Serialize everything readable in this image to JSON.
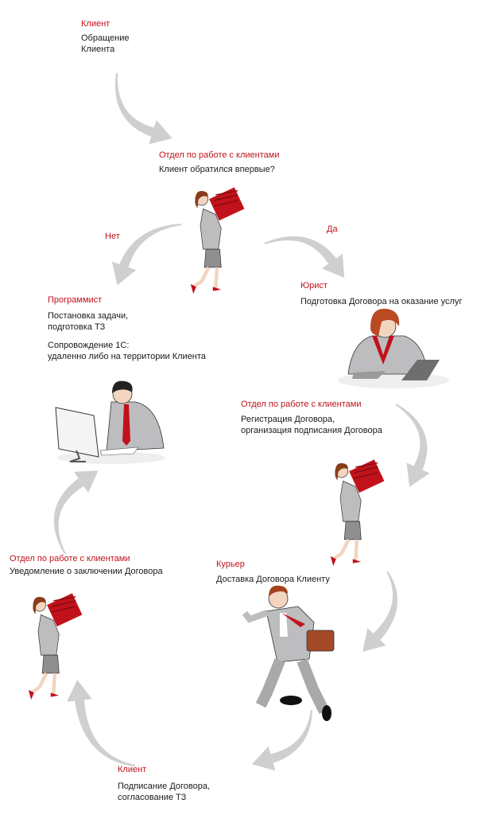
{
  "steps": [
    {
      "role": "Клиент",
      "lines": [
        "Обращение",
        "Клиента"
      ]
    },
    {
      "role": "Отдел по работе с клиентами",
      "lines": [
        "Клиент обратился впервые?"
      ]
    },
    {
      "role": "Программист",
      "lines": [
        "Постановка задачи,",
        "подготовка ТЗ",
        "Сопровождение 1С:",
        "удаленно либо на территории Клиента"
      ]
    },
    {
      "role": "Юрист",
      "lines": [
        "Подготовка Договора на оказание услуг"
      ]
    },
    {
      "role": "Отдел по работе с клиентами",
      "lines": [
        "Регистрация Договора,",
        "организация подписания Договора"
      ]
    },
    {
      "role": "Курьер",
      "lines": [
        "Доставка Договора Клиенту"
      ]
    },
    {
      "role": "Клиент",
      "lines": [
        "Подписание Договора,",
        "согласование ТЗ"
      ]
    },
    {
      "role": "Отдел по работе с клиентами",
      "lines": [
        "Уведомление о заключении Договора"
      ]
    }
  ],
  "branches": {
    "no": "Нет",
    "yes": "Да"
  },
  "colors": {
    "accent": "#c1121c",
    "arrow": "#cfcfcf",
    "suit": "#a9a9ab"
  }
}
